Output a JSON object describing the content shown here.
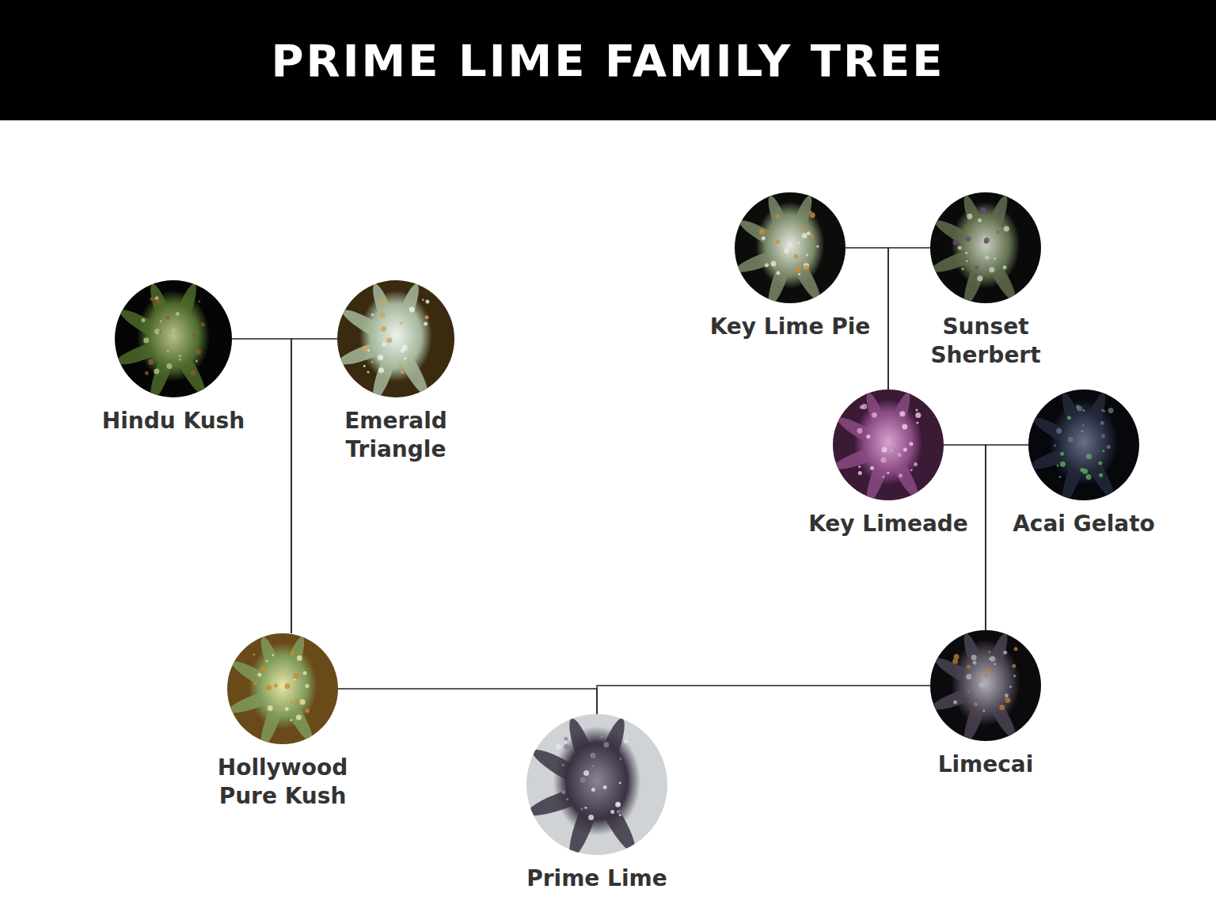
{
  "diagram": {
    "title": "PRIME LIME FAMILY TREE",
    "nodes": [
      {
        "text": [
          "Key Lime Pie"
        ]
      },
      {
        "text": [
          "Sunset Sherbert"
        ]
      },
      {
        "text": [
          "Hindu Kush"
        ]
      },
      {
        "text": [
          "Emerald Triangle"
        ]
      },
      {
        "text": [
          "Key Limeade"
        ]
      },
      {
        "text": [
          "Acai Gelato"
        ]
      },
      {
        "text": [
          "Hollywood Pure Kush"
        ]
      },
      {
        "text": [
          "Limecai"
        ]
      },
      {
        "text": [
          "Prime Lime"
        ]
      }
    ],
    "edges": [
      {
        "from": 0,
        "to": 4,
        "arrow": "none"
      },
      {
        "from": 1,
        "to": 4,
        "arrow": "none"
      },
      {
        "from": 2,
        "to": 6,
        "arrow": "none"
      },
      {
        "from": 3,
        "to": 6,
        "arrow": "none"
      },
      {
        "from": 4,
        "to": 7,
        "arrow": "none"
      },
      {
        "from": 5,
        "to": 7,
        "arrow": "none"
      },
      {
        "from": 6,
        "to": 8,
        "arrow": "none"
      },
      {
        "from": 7,
        "to": 8,
        "arrow": "none"
      }
    ]
  }
}
